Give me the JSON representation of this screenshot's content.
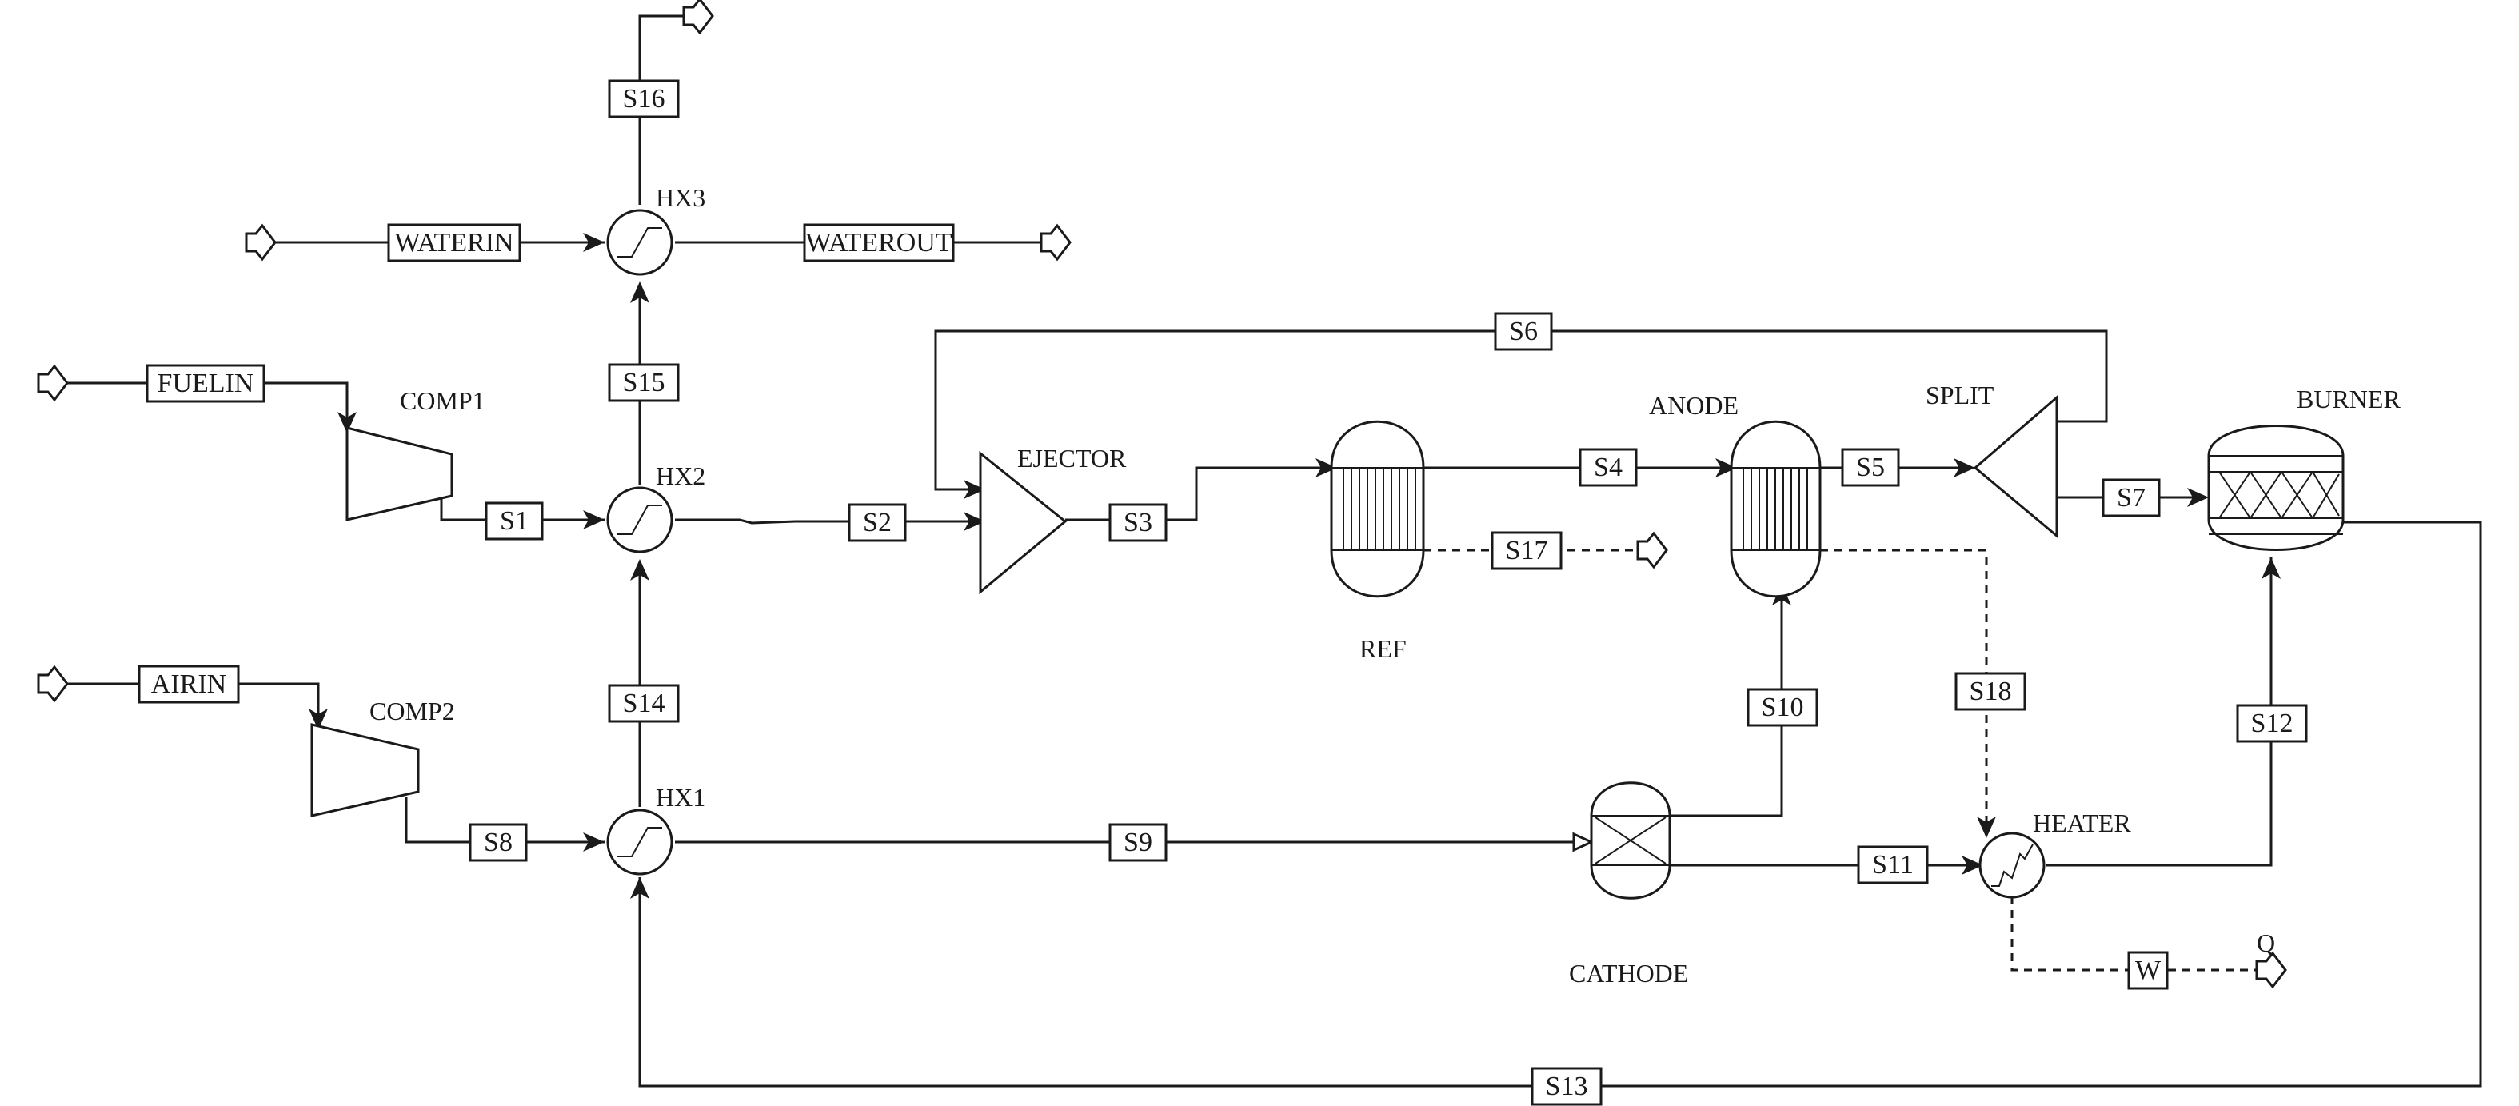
{
  "equipment": {
    "comp1": "COMP1",
    "comp2": "COMP2",
    "hx1": "HX1",
    "hx2": "HX2",
    "hx3": "HX3",
    "ejector": "EJECTOR",
    "ref": "REF",
    "anode": "ANODE",
    "split": "SPLIT",
    "burner": "BURNER",
    "cathode": "CATHODE",
    "heater": "HEATER",
    "q": "Q"
  },
  "streams": {
    "fuelin": "FUELIN",
    "airin": "AIRIN",
    "waterin": "WATERIN",
    "waterout": "WATEROUT",
    "s1": "S1",
    "s2": "S2",
    "s3": "S3",
    "s4": "S4",
    "s5": "S5",
    "s6": "S6",
    "s7": "S7",
    "s8": "S8",
    "s9": "S9",
    "s10": "S10",
    "s11": "S11",
    "s12": "S12",
    "s13": "S13",
    "s14": "S14",
    "s15": "S15",
    "s16": "S16",
    "s17": "S17",
    "s18": "S18",
    "w": "W"
  }
}
